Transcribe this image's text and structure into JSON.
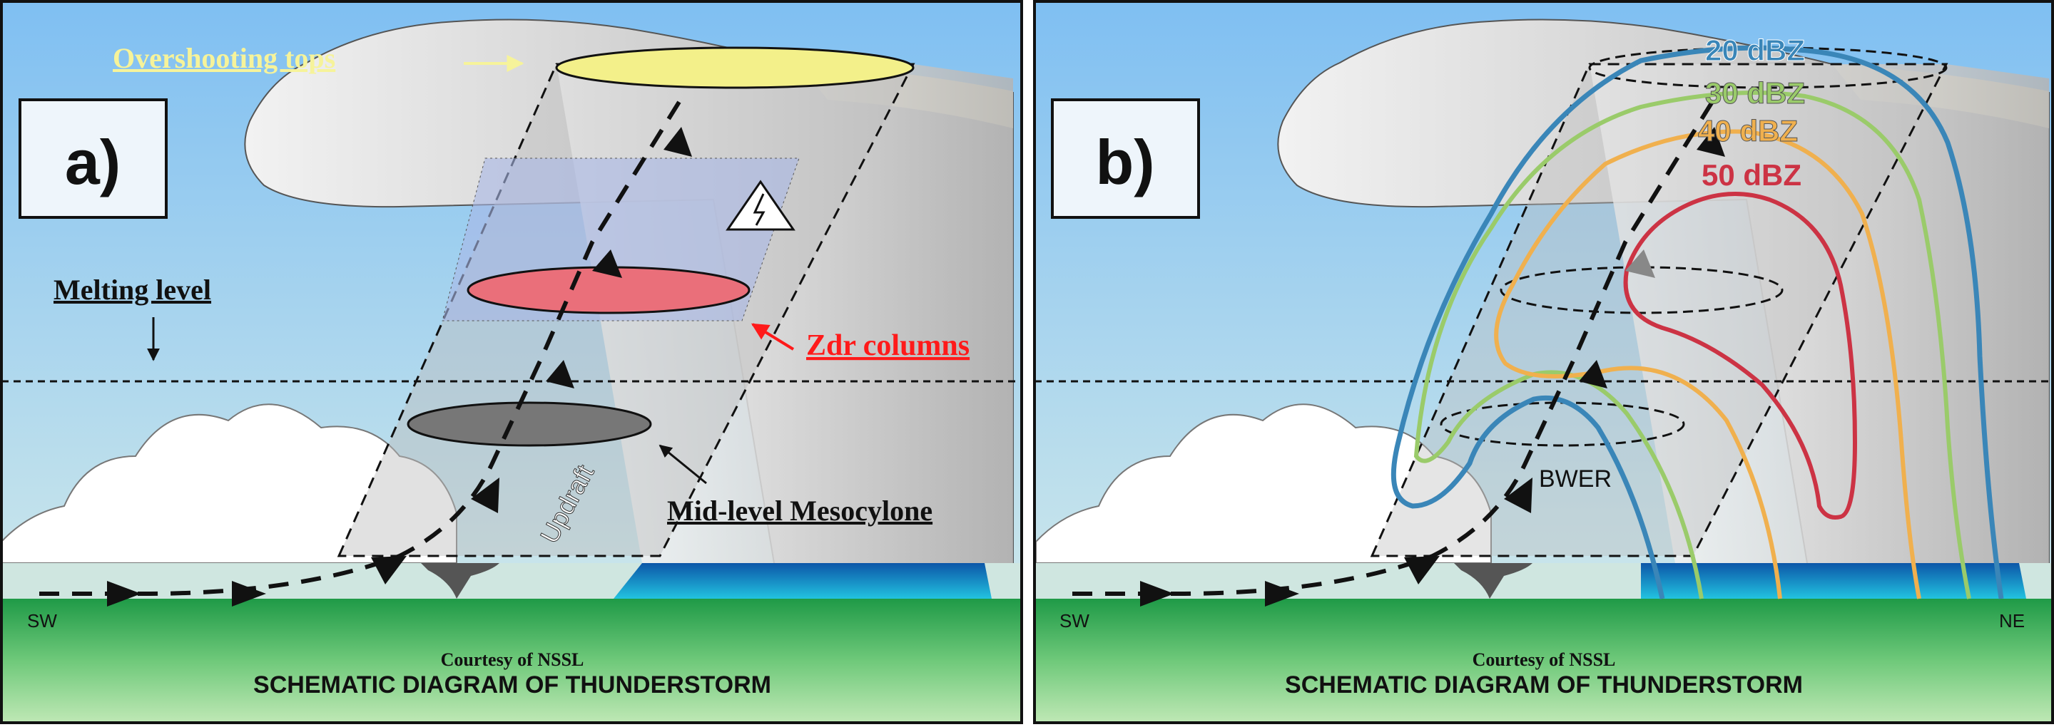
{
  "panels": {
    "a": {
      "panel_label": "a)",
      "overshooting_label": "Overshooting tops",
      "melting_label": "Melting level",
      "zdr_label": "Zdr columns",
      "mesocyclone_label": "Mid-level Mesocylone",
      "updraft_label": "Updraft",
      "sw_label": "SW",
      "credit": "Courtesy of NSSL",
      "caption": "SCHEMATIC DIAGRAM OF THUNDERSTORM"
    },
    "b": {
      "panel_label": "b)",
      "contours": [
        {
          "label": "20 dBZ",
          "color": "#3a86b8"
        },
        {
          "label": "30 dBZ",
          "color": "#9acb6a"
        },
        {
          "label": "40 dBZ",
          "color": "#f0b04e"
        },
        {
          "label": "50 dBZ",
          "color": "#cc3344"
        }
      ],
      "bwer_label": "BWER",
      "sw_label": "SW",
      "ne_label": "NE",
      "credit": "Courtesy of NSSL",
      "caption": "SCHEMATIC DIAGRAM OF THUNDERSTORM"
    }
  },
  "colors": {
    "sky_top": "#7fbff2",
    "sky_bottom": "#d9ecec",
    "ground": "#2fae5a",
    "overshoot": "#f3f08a",
    "zdr": "#ea6f7a",
    "zdr_text": "#ff1a1a",
    "overshoot_text": "#f6f39a",
    "precip": "#1f8fd6"
  },
  "icons": [
    "lightning-icon",
    "arrow-icon",
    "tornado-icon"
  ]
}
